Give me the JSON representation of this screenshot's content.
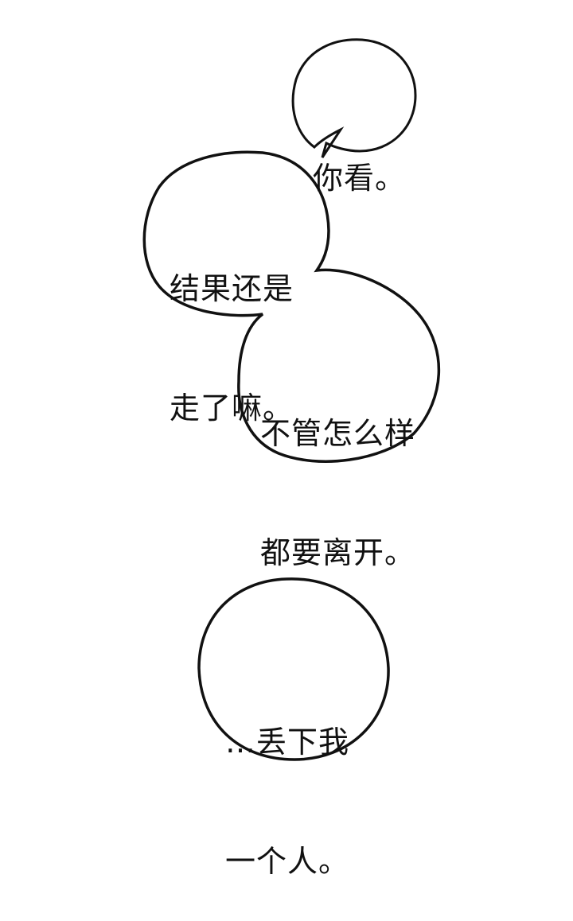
{
  "panel": {
    "background": "#ffffff",
    "outline_color": "#111111"
  },
  "bubbles": [
    {
      "id": "bubble-1",
      "lines": [
        "你看。"
      ]
    },
    {
      "id": "bubble-2",
      "lines": [
        "结果还是",
        "走了嘛。"
      ]
    },
    {
      "id": "bubble-3",
      "lines": [
        "不管怎么样",
        "都要离开。"
      ]
    },
    {
      "id": "bubble-4",
      "lines": [
        "…丢下我",
        "一个人。"
      ]
    }
  ]
}
